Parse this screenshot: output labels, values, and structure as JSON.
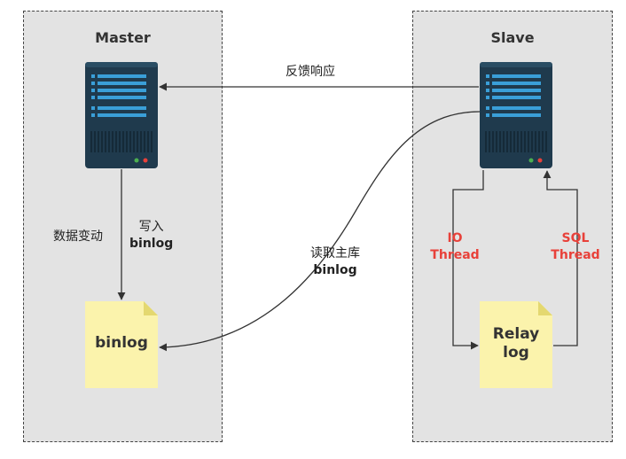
{
  "master": {
    "title": "Master"
  },
  "slave": {
    "title": "Slave"
  },
  "edges": {
    "feedback": "反馈响应",
    "data_change": "数据变动",
    "write_line1": "写入",
    "write_line2": "binlog",
    "read_line1": "读取主库",
    "read_line2": "binlog",
    "io_line1": "IO",
    "io_line2": "Thread",
    "sql_line1": "SQL",
    "sql_line2": "Thread"
  },
  "files": {
    "binlog": "binlog",
    "relay_line1": "Relay",
    "relay_line2": "log"
  },
  "colors": {
    "server_body": "#1f3a4d",
    "server_bar": "#3a9fd8",
    "file_fill": "#fbf3ac",
    "file_fold": "#e4d870",
    "accent_red": "#e8413a",
    "panel_bg": "#e3e3e3"
  }
}
